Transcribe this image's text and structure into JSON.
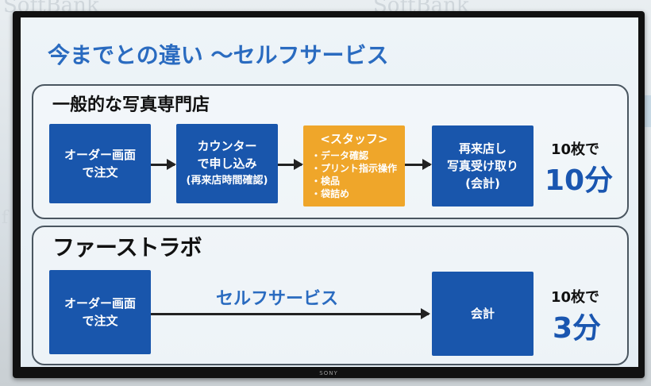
{
  "backdrop": {
    "brand_left": "SoftBank",
    "brand_right": "SoftBank",
    "brand_side": "f",
    "tv_brand": "SONY"
  },
  "slide": {
    "title": "今までとの違い 〜セルフサービス",
    "general": {
      "heading": "一般的な写真専門店",
      "steps": [
        {
          "lines": [
            "オーダー画面",
            "で注文"
          ]
        },
        {
          "lines": [
            "カウンター",
            "で申し込み"
          ],
          "note": "(再来店時間確認)"
        },
        {
          "title": "<スタッフ>",
          "items": [
            "・データ確認",
            "・プリント指示操作",
            "・検品",
            "・袋詰め"
          ]
        },
        {
          "lines": [
            "再来店し",
            "写真受け取り",
            "(会計)"
          ]
        }
      ],
      "count_label": "10枚で",
      "time": "10分"
    },
    "firstlab": {
      "heading": "ファーストラボ",
      "steps": [
        {
          "lines": [
            "オーダー画面",
            "で注文"
          ]
        },
        {
          "lines": [
            "会計"
          ]
        }
      ],
      "arrow_label": "セルフサービス",
      "count_label": "10枚で",
      "time": "3分"
    }
  },
  "colors": {
    "title_blue": "#2a6bc0",
    "box_blue": "#1956ac",
    "staff_orange": "#efa62a"
  }
}
